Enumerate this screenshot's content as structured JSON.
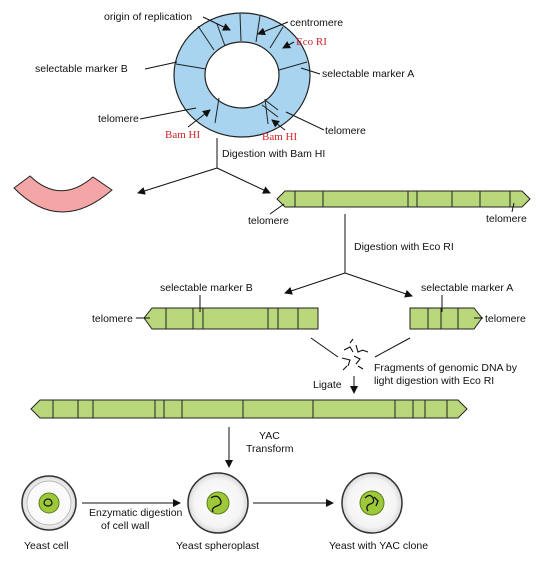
{
  "plasmid": {
    "origin": "origin of replication",
    "centromere": "centromere",
    "ecori": "Eco RI",
    "marker_b": "selectable marker B",
    "marker_a": "selectable marker A",
    "telomere_left": "telomere",
    "telomere_right": "telomere",
    "bamhi_left": "Bam HI",
    "bamhi_right": "Bam HI"
  },
  "step1": {
    "label": "Digestion with Bam HI",
    "telomere_left": "telomere",
    "telomere_right": "telomere"
  },
  "step2": {
    "label": "Digestion with Eco RI",
    "marker_b": "selectable marker B",
    "marker_a": "selectable marker A",
    "telomere_left": "telomere",
    "telomere_right": "telomere"
  },
  "fragments": {
    "line1": "Fragments of genomic DNA by",
    "line2": "light digestion with Eco RI"
  },
  "ligate": "Ligate",
  "transform": {
    "line1": "YAC",
    "line2": "Transform"
  },
  "cells": {
    "yeast_cell": "Yeast cell",
    "enzymatic_line1": "Enzymatic digestion",
    "enzymatic_line2": "of cell wall",
    "spheroplast": "Yeast spheroplast",
    "clone": "Yeast with YAC clone"
  },
  "colors": {
    "ring": "#a9d4ef",
    "fragment": "#f4a6a6",
    "dna": "#b7d77a",
    "nucleus": "#9cc83a",
    "enzyme_text": "#d2232a"
  }
}
